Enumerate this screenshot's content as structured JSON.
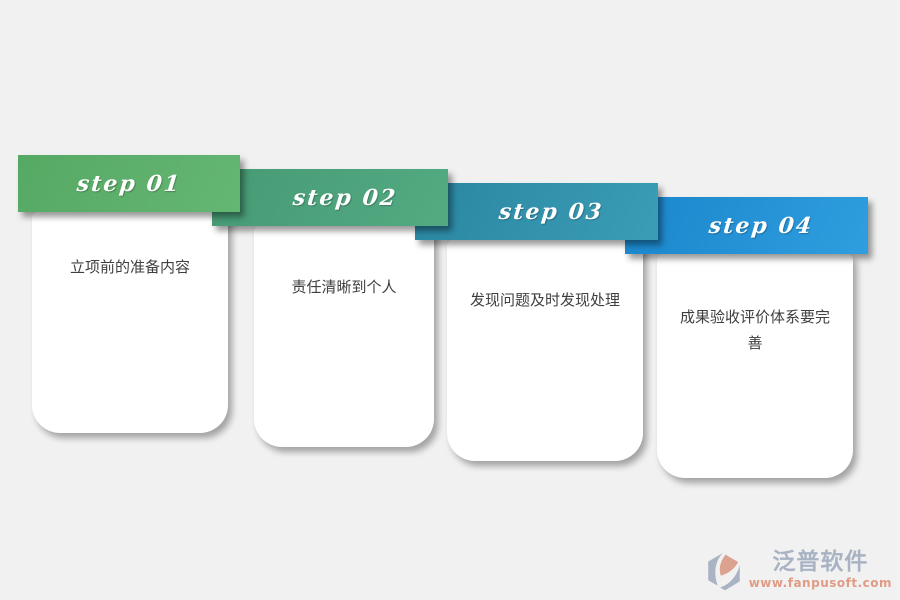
{
  "page": {
    "background_color": "#f1f1f1",
    "description_diagram": "Four-step cascading ribbon diagram"
  },
  "steps": [
    {
      "label": "step 01",
      "description": "立项前的准备内容",
      "ribbon_color_start": "#56a963",
      "ribbon_color_end": "#64b673"
    },
    {
      "label": "step 02",
      "description": "责任清晰到个人",
      "ribbon_color_start": "#479a74",
      "ribbon_color_end": "#52ab82"
    },
    {
      "label": "step 03",
      "description": "发现问题及时发现处理",
      "ribbon_color_start": "#2a86a2",
      "ribbon_color_end": "#3b9db6"
    },
    {
      "label": "step 04",
      "description": "成果验收评价体系要完善",
      "ribbon_color_start": "#1a86cc",
      "ribbon_color_end": "#2f9ede"
    }
  ],
  "watermark": {
    "brand": "泛普软件",
    "site": "www.fanpusoft.com",
    "brand_color": "#8494ad",
    "site_color": "#d8704f",
    "logo_gray_blue": "#8494ac",
    "logo_orange": "#cf7a5e"
  }
}
